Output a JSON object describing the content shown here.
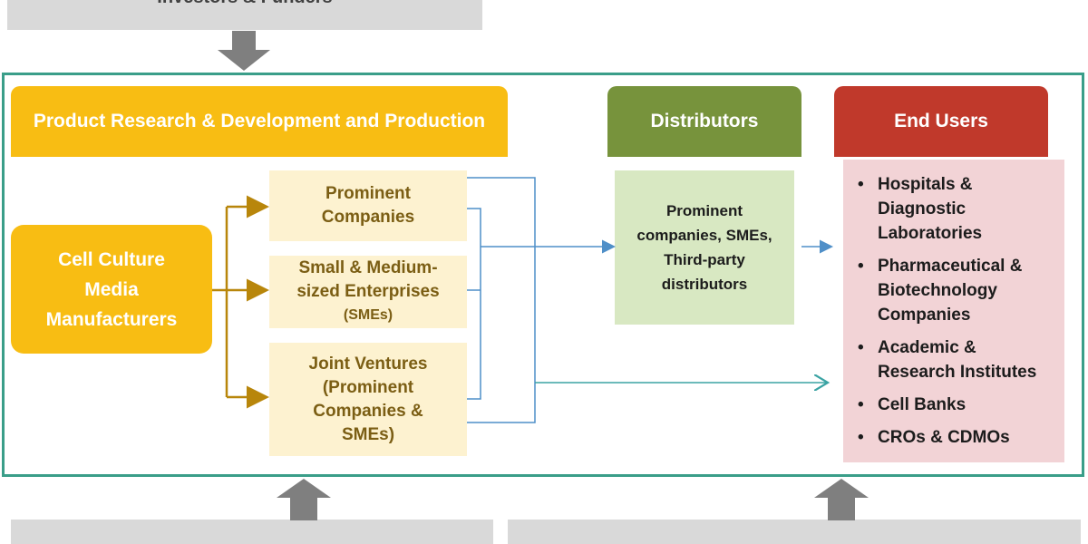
{
  "top_box": {
    "label": "Investors & Funders"
  },
  "headers": {
    "rd": "Product Research & Development and Production",
    "distributors": "Distributors",
    "end_users": "End Users"
  },
  "manufacturer": {
    "line1": "Cell Culture",
    "line2": "Media",
    "line3": "Manufacturers"
  },
  "companies": {
    "prominent": {
      "line1": "Prominent",
      "line2": "Companies"
    },
    "smes": {
      "line1": "Small & Medium-",
      "line2": "sized Enterprises",
      "line3": "(SMEs)"
    },
    "jv": {
      "line1": "Joint Ventures",
      "line2": "(Prominent",
      "line3": "Companies &",
      "line4": "SMEs)"
    }
  },
  "distributors_body": {
    "line1": "Prominent",
    "line2": "companies, SMEs,",
    "line3": "Third-party",
    "line4": "distributors"
  },
  "end_users": [
    {
      "line1": "Hospitals &",
      "line2": "Diagnostic",
      "line3": "Laboratories"
    },
    {
      "line1": "Pharmaceutical &",
      "line2": "Biotechnology",
      "line3": "Companies"
    },
    {
      "line1": "Academic &",
      "line2": "Research Institutes"
    },
    {
      "line1": "Cell Banks"
    },
    {
      "line1": "CROs & CDMOs"
    }
  ],
  "colors": {
    "frame": "#3a9e89",
    "rd_header": "#f8bd13",
    "dist_header": "#77933c",
    "users_header": "#c0392b",
    "arrow_gold": "#b8860b",
    "arrow_blue": "#4f8fc8",
    "arrow_teal": "#3aa3a3",
    "grey_arrow": "#7f7f7f"
  }
}
